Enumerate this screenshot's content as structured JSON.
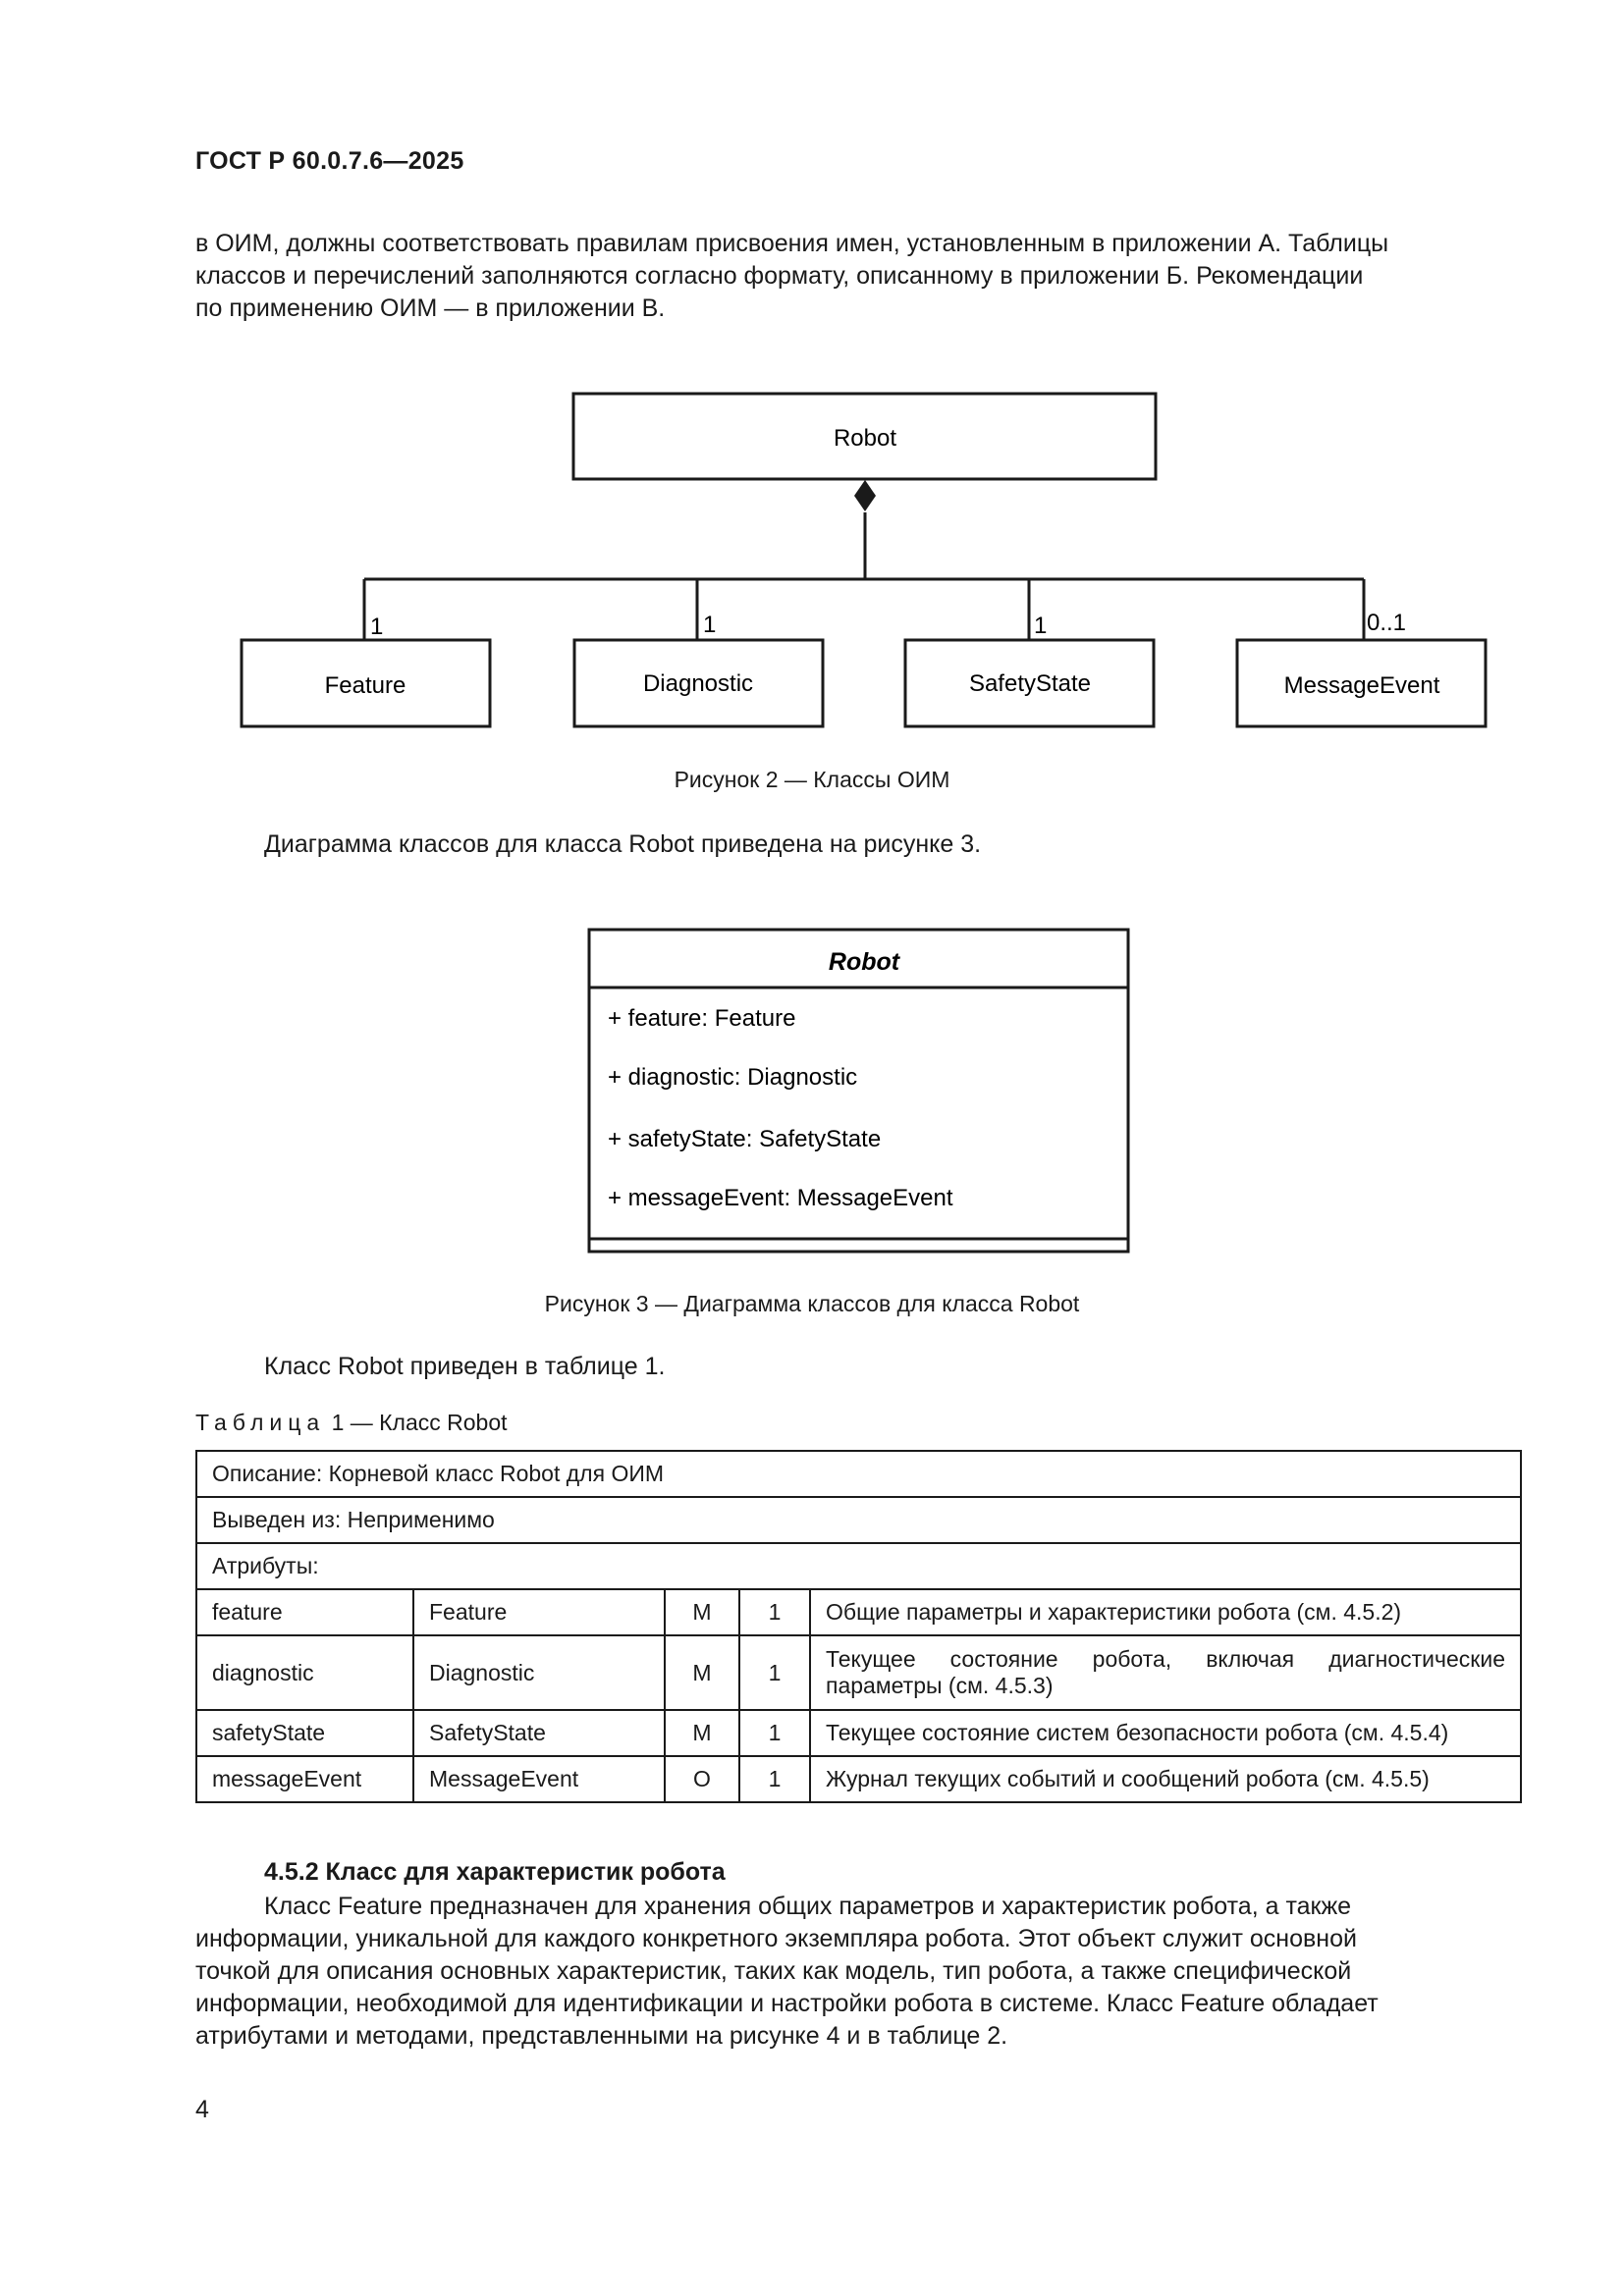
{
  "header": {
    "std_code": "ГОСТ Р 60.0.7.6—2025"
  },
  "intro_lines": [
    "в ОИМ, должны соответствовать правилам присвоения имен, установленным в приложении А. Таблицы",
    "классов и перечислений заполняются согласно формату, описанному в приложении Б. Рекомендации",
    "по применению ОИМ — в приложении В."
  ],
  "figure2": {
    "parent": "Robot",
    "children": [
      {
        "name": "Feature",
        "multiplicity": "1"
      },
      {
        "name": "Diagnostic",
        "multiplicity": "1"
      },
      {
        "name": "SafetyState",
        "multiplicity": "1"
      },
      {
        "name": "MessageEvent",
        "multiplicity": "0..1"
      }
    ],
    "caption": "Рисунок 2 — Классы ОИМ"
  },
  "fig3_intro": "Диаграмма классов для класса Robot приведена на рисунке 3.",
  "figure3": {
    "class_name": "Robot",
    "attributes": [
      "+ feature: Feature",
      "+ diagnostic: Diagnostic",
      "+ safetyState: SafetyState",
      "+ messageEvent: MessageEvent"
    ],
    "caption": "Рисунок 3 — Диаграмма классов для класса Robot"
  },
  "table_intro": "Класс Robot приведен в таблице 1.",
  "table1": {
    "caption_word": "Таблица",
    "caption_rest": "1 — Класс Robot",
    "description": "Описание: Корневой класс Robot для ОИМ",
    "derived_from": "Выведен из: Неприменимо",
    "attributes_label": "Атрибуты:",
    "rows": [
      {
        "name": "feature",
        "type": "Feature",
        "req": "M",
        "mult": "1",
        "desc": "Общие параметры и характеристики робота (см. 4.5.2)"
      },
      {
        "name": "diagnostic",
        "type": "Diagnostic",
        "req": "M",
        "mult": "1",
        "desc": "Текущее состояние робота, включая диагностические параметры (см. 4.5.3)"
      },
      {
        "name": "safetyState",
        "type": "SafetyState",
        "req": "M",
        "mult": "1",
        "desc": "Текущее состояние систем безопасности робота (см. 4.5.4)"
      },
      {
        "name": "messageEvent",
        "type": "MessageEvent",
        "req": "O",
        "mult": "1",
        "desc": "Журнал текущих событий и сообщений робота (см. 4.5.5)"
      }
    ]
  },
  "section": {
    "heading": "4.5.2 Класс для характеристик робота",
    "lines": [
      "Класс Feature предназначен для хранения общих параметров и характеристик робота, а также",
      "информации, уникальной для каждого конкретного экземпляра робота. Этот объект служит основной",
      "точкой для описания основных характеристик, таких как модель, тип робота, а также специфической",
      "информации, необходимой для идентификации и настройки робота в системе. Класс Feature обладает",
      "атрибутами и методами, представленными на рисунке 4 и в таблице 2."
    ]
  },
  "page_number": "4"
}
